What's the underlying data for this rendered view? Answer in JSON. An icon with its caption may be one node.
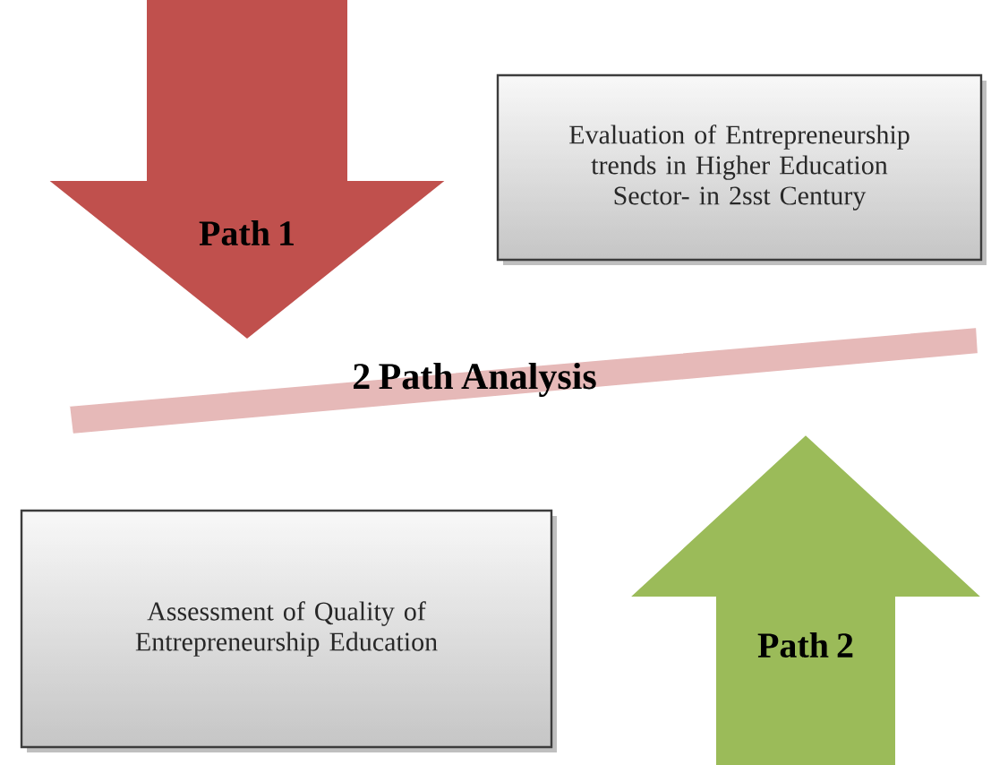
{
  "diagram": {
    "nodes": [
      {
        "text": [
          "Evaluation of Entrepreneurship trends in Higher Education Sector- in 2sst Century"
        ]
      },
      {
        "text": [
          "2 Path Analysis"
        ]
      },
      {
        "text": [
          "Assessment of Quality of Entrepreneurship Education"
        ]
      }
    ],
    "edges": [
      {
        "from": null,
        "to": 1,
        "arrow": "to",
        "label": "Path 1",
        "style": "thick",
        "color": "#c0504d"
      },
      {
        "from": null,
        "to": 1,
        "arrow": "to",
        "label": "Path 2",
        "style": "thick",
        "color": "#9bbb59"
      }
    ]
  }
}
